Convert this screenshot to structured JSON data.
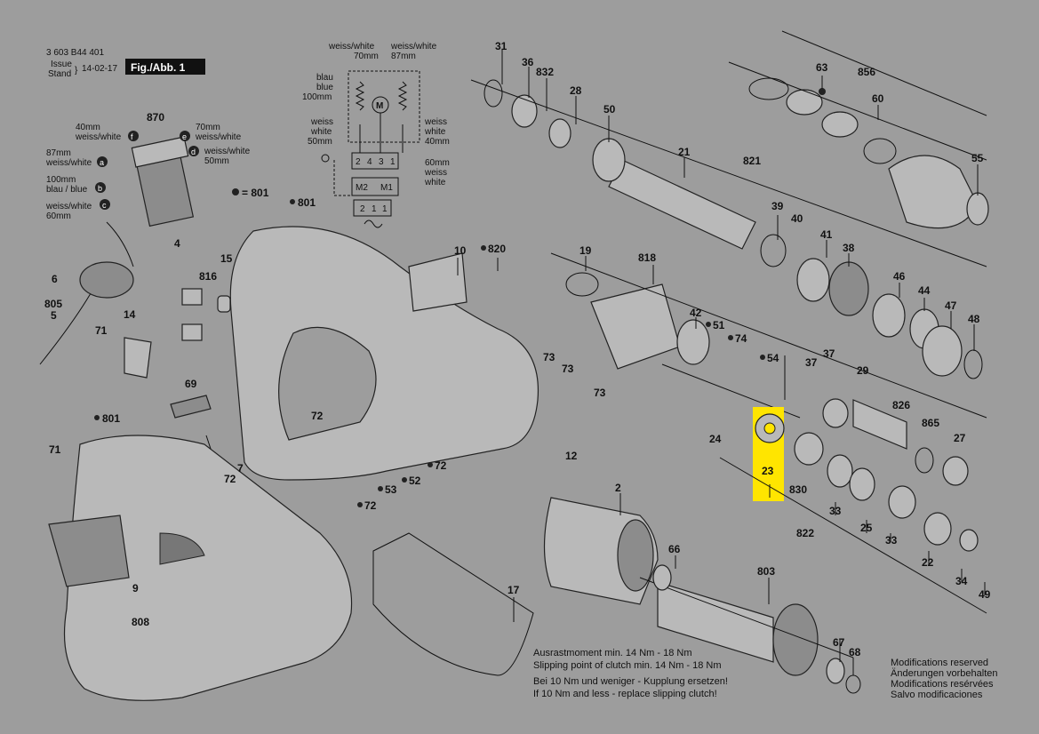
{
  "header": {
    "doc_number": "3 603 B44 401",
    "issue_label": "Issue",
    "stand_label": "Stand",
    "date": "14-02-17",
    "figure": "Fig./Abb. 1"
  },
  "wiring": {
    "left_top": [
      "weiss/white",
      "70mm"
    ],
    "right_top": [
      "weiss/white",
      "87mm"
    ],
    "left_mid": [
      "blau",
      "blue",
      "100mm"
    ],
    "left_low": [
      "weiss",
      "white",
      "50mm"
    ],
    "right_low": [
      "weiss",
      "white",
      "40mm"
    ],
    "right_bottom": [
      "60mm",
      "weiss",
      "white"
    ],
    "terminals": [
      "2",
      "4",
      "3",
      "1"
    ],
    "motor": "M",
    "m2": "M2",
    "m1": "M1",
    "plug": [
      "2",
      "1",
      "1"
    ]
  },
  "switch": {
    "wires": [
      {
        "id": "f",
        "lines": [
          "40mm",
          "weiss/white"
        ]
      },
      {
        "id": "e",
        "lines": [
          "70mm",
          "weiss/white"
        ]
      },
      {
        "id": "a",
        "lines": [
          "87mm",
          "weiss/white"
        ]
      },
      {
        "id": "d",
        "lines": [
          "weiss/white",
          "50mm"
        ]
      },
      {
        "id": "b",
        "lines": [
          "100mm",
          "blau / blue"
        ]
      },
      {
        "id": "c",
        "lines": [
          "weiss/white",
          "60mm"
        ]
      }
    ],
    "legend": "= 801"
  },
  "parts": {
    "p870": "870",
    "p4": "4",
    "p801a": "801",
    "p801b": "801",
    "p801c": "801",
    "p6": "6",
    "p805": "805",
    "p5": "5",
    "p71a": "71",
    "p71b": "71",
    "p14": "14",
    "p15": "15",
    "p816": "816",
    "p69": "69",
    "p72a": "72",
    "p72b": "72",
    "p72c": "72",
    "p72d": "72",
    "p7": "7",
    "p9": "9",
    "p808": "808",
    "p10": "10",
    "p820": "820",
    "p53": "53",
    "p52": "52",
    "p12": "12",
    "p2": "2",
    "p17": "17",
    "p31": "31",
    "p36": "36",
    "p832": "832",
    "p28": "28",
    "p50": "50",
    "p21": "21",
    "p821": "821",
    "p63": "63",
    "p856": "856",
    "p60": "60",
    "p55": "55",
    "p39": "39",
    "p40": "40",
    "p41": "41",
    "p38": "38",
    "p19": "19",
    "p818": "818",
    "p42": "42",
    "p51": "51",
    "p74": "74",
    "p73a": "73",
    "p73b": "73",
    "p73c": "73",
    "p46": "46",
    "p44": "44",
    "p47": "47",
    "p48": "48",
    "p54": "54",
    "p37a": "37",
    "p37b": "37",
    "p29": "29",
    "p826": "826",
    "p865": "865",
    "p27": "27",
    "p24": "24",
    "p23": "23",
    "p830": "830",
    "p33a": "33",
    "p33b": "33",
    "p25": "25",
    "p822": "822",
    "p22": "22",
    "p34": "34",
    "p49": "49",
    "p66": "66",
    "p803": "803",
    "p67": "67",
    "p68": "68"
  },
  "highlight": {
    "part": "23",
    "color": "#ffe500"
  },
  "notes": {
    "torque": [
      "Ausrastmoment min. 14 Nm - 18 Nm",
      "Slipping point of clutch min. 14 Nm - 18 Nm",
      "Bei 10 Nm und weniger - Kupplung ersetzen!",
      "If 10 Nm and less - replace slipping clutch!"
    ],
    "modifications": [
      "Modifications reserved",
      "Änderungen vorbehalten",
      "Modifications resérvées",
      "Salvo modificaciones"
    ]
  },
  "colors": {
    "background": "#9d9d9d",
    "highlight": "#ffe500",
    "ink": "#111111"
  }
}
